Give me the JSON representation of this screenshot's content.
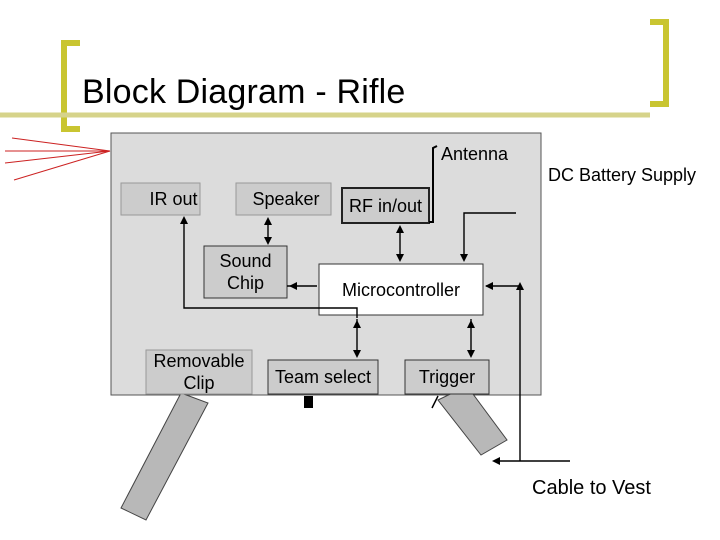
{
  "slide": {
    "title": "Block Diagram - Rifle"
  },
  "diagram": {
    "labels": {
      "antenna": "Antenna",
      "dc_battery_supply": "DC Battery Supply",
      "cable_to_vest": "Cable to Vest"
    },
    "blocks": {
      "ir_out": "IR out",
      "speaker": "Speaker",
      "rf_in_out": "RF in/out",
      "sound_chip_line1": "Sound",
      "sound_chip_line2": "Chip",
      "microcontroller": "Microcontroller",
      "removable_clip_line1": "Removable",
      "removable_clip_line2": "Clip",
      "team_select": "Team select",
      "trigger": "Trigger"
    }
  },
  "colors": {
    "accent_bracket": "#c9c531",
    "title_rule": "#d6d38a",
    "panel_fill": "#dcdcdc",
    "grip_fill": "#b8b8b8",
    "beam_red": "#cc2222",
    "line": "#000000"
  }
}
